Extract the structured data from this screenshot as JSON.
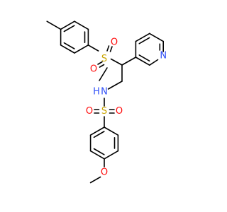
{
  "atom_labels": {
    "sulfonyl_top_s": "S",
    "sulfonyl_top_o_left": "O",
    "sulfonyl_top_o_right": "O",
    "amine_n": "N",
    "amine_h": "H",
    "sulfonamide_s": "S",
    "sulfonamide_o_left": "O",
    "sulfonamide_o_right": "O",
    "methoxy_o": "O",
    "pyridine_n": "N"
  },
  "colors": {
    "bond": "#000000",
    "sulfur": "#c9a500",
    "oxygen": "#ff0d0d",
    "nitrogen": "#3050f8",
    "background": "#ffffff"
  }
}
